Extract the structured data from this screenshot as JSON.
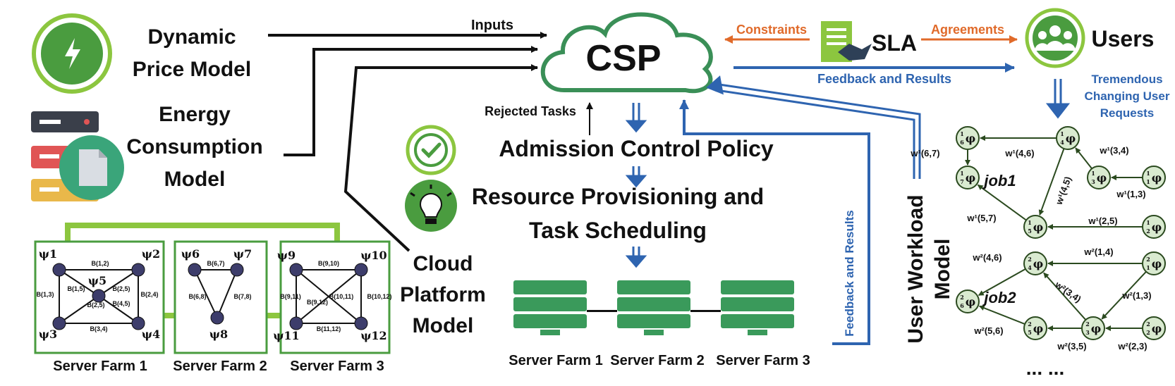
{
  "left": {
    "dynamic_price_model": [
      "Dynamic",
      "Price Model"
    ],
    "energy_model": [
      "Energy",
      "Consumption",
      "Model"
    ],
    "cloud_platform_model": [
      "Cloud",
      "Platform",
      "Model"
    ],
    "inputs": "Inputs"
  },
  "csp": "CSP",
  "sla": {
    "label": "SLA",
    "constraints": "Constraints",
    "agreements": "Agreements"
  },
  "users": {
    "label": "Users",
    "feedback_top": "Feedback and Results",
    "tremendous": [
      "Tremendous",
      "Changing User",
      "Requests"
    ]
  },
  "center": {
    "rejected": "Rejected Tasks",
    "admission": "Admission Control Policy",
    "resource": [
      "Resource Provisioning and",
      "Task Scheduling"
    ],
    "server_farms": [
      "Server Farm 1",
      "Server Farm 2",
      "Server Farm 3"
    ],
    "feedback_vertical": "Feedback and Results",
    "user_workload": [
      "User Workload",
      "Model"
    ]
  },
  "farms": {
    "names": [
      "Server Farm 1",
      "Server Farm 2",
      "Server Farm 3"
    ],
    "farm1": {
      "nodes": [
        "ψ1",
        "ψ2",
        "ψ3",
        "ψ4",
        "ψ5"
      ],
      "edges": [
        "B(1,2)",
        "B(1,3)",
        "B(1,5)",
        "B(2,5)",
        "B(2,4)",
        "B(2,5)",
        "B(4,5)",
        "B(3,4)"
      ]
    },
    "farm2": {
      "nodes": [
        "ψ6",
        "ψ7",
        "ψ8"
      ],
      "edges": [
        "B(6,7)",
        "B(6,8)",
        "B(7,8)"
      ]
    },
    "farm3": {
      "nodes": [
        "ψ9",
        "ψ10",
        "ψ11",
        "ψ12"
      ],
      "edges": [
        "B(9,10)",
        "B(9,11)",
        "B(9,12)",
        "B(10,11)",
        "B(10,12)",
        "B(11,12)"
      ]
    }
  },
  "jobs": {
    "job1": "job1",
    "job2": "job2",
    "ellipsis": "... ...",
    "job1_weights": [
      "w¹(6,7)",
      "w¹(4,6)",
      "w¹(3,4)",
      "w¹(4,5)",
      "w¹(1,3)",
      "w¹(5,7)",
      "w¹(2,5)"
    ],
    "job2_weights": [
      "w²(4,6)",
      "w²(1,4)",
      "w²(3,4)",
      "w²(1,3)",
      "w²(5,6)",
      "w²(3,5)",
      "w²(2,3)"
    ],
    "job1_nodes": [
      "1/6φ",
      "1/4φ",
      "1/7φ",
      "1/3φ",
      "1/1φ",
      "1/5φ",
      "1/2φ"
    ],
    "job2_nodes": [
      "2/4φ",
      "2/1φ",
      "2/6φ",
      "2/5φ",
      "2/3φ",
      "2/2φ"
    ]
  },
  "colors": {
    "green": "#4a9c3f",
    "green_light": "#8cc63f",
    "blue": "#2e64b0",
    "orange": "#e06a2a",
    "node_dark": "#3d3d6b",
    "node_light": "#d9ead0"
  }
}
